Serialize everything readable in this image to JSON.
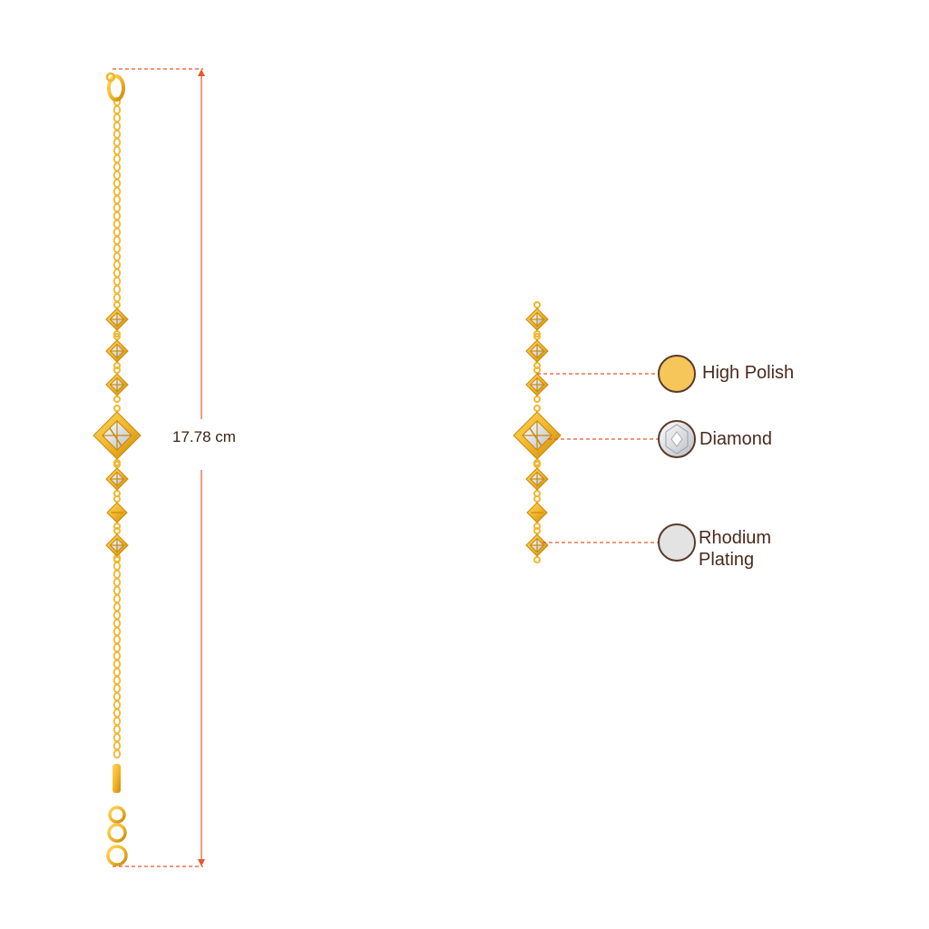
{
  "measurement": {
    "length_label": "17.78 cm",
    "line_color": "#e8572a"
  },
  "legend": [
    {
      "name": "High Polish",
      "swatch": "#f7c65a"
    },
    {
      "name": "Diamond",
      "swatch": "#f2f2f2"
    },
    {
      "name": "Rhodium",
      "name_line2": "Plating",
      "swatch": "#e3e3e3"
    }
  ],
  "colors": {
    "gold": "#f2b62b",
    "gold_dark": "#c98a0b",
    "outline": "#5a3a2a"
  }
}
